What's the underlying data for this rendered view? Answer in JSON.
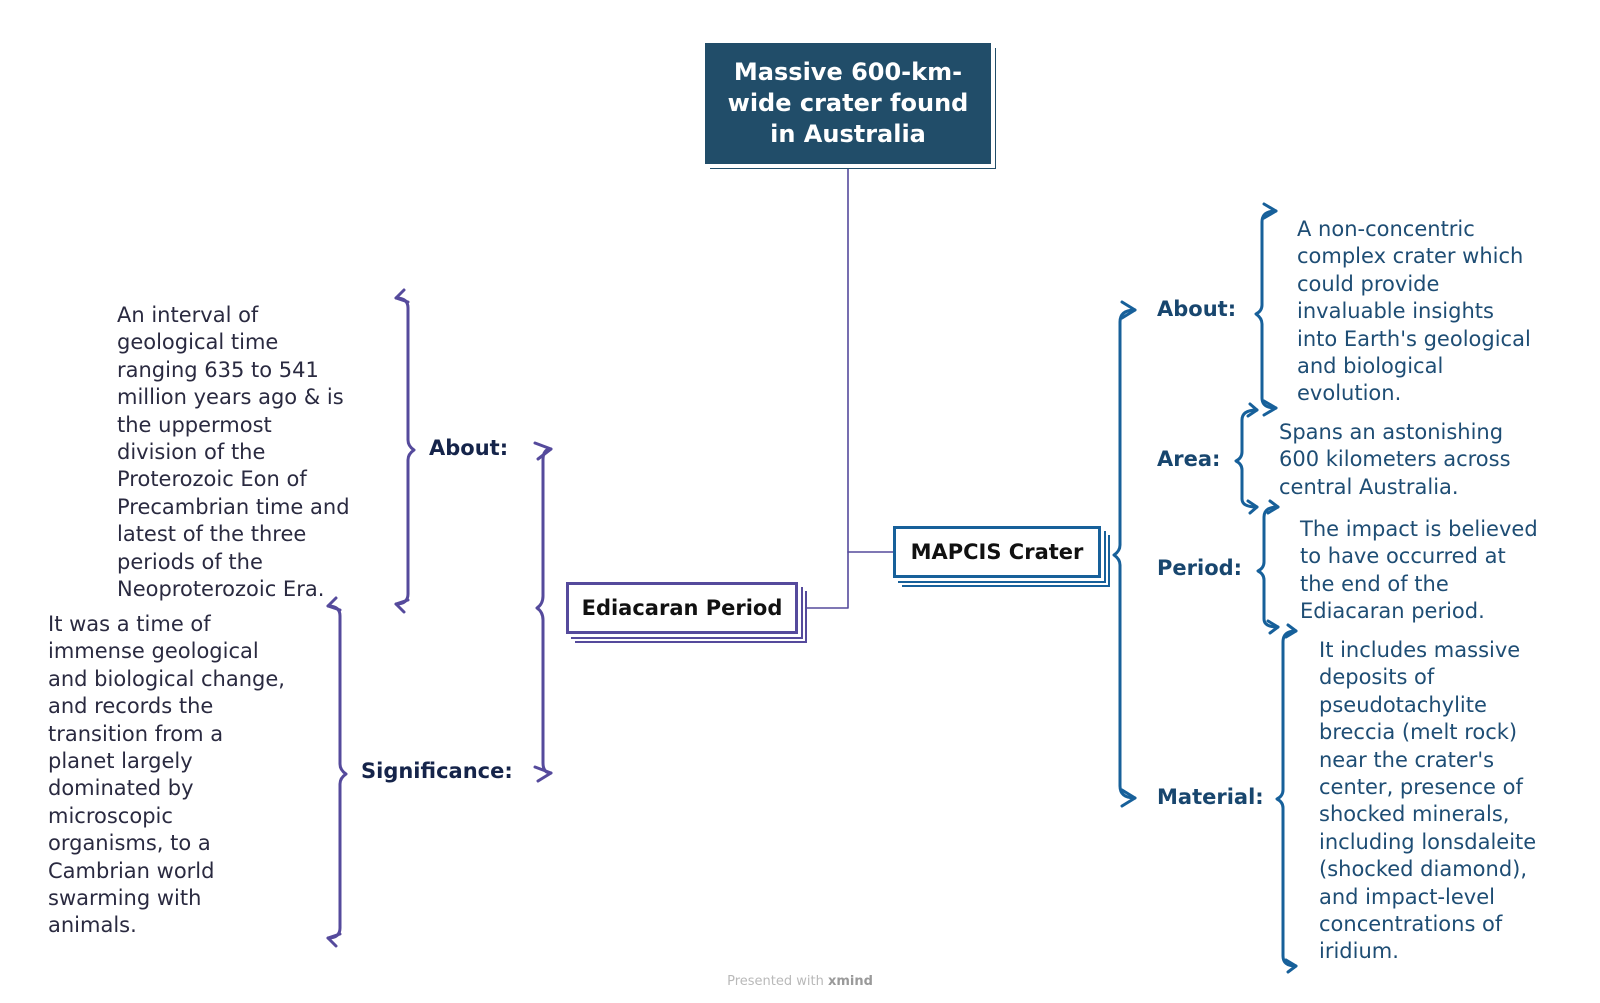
{
  "central": {
    "title": "Massive 600-km-wide crater found in Australia"
  },
  "left_topic": {
    "label": "Ediacaran Period",
    "about_label": "About:",
    "about_text": [
      "An interval of",
      "geological time",
      "ranging 635 to 541",
      "million years ago & is",
      "the uppermost",
      "division of the",
      "Proterozoic Eon of",
      "Precambrian time and",
      "latest of the three",
      "periods of the",
      "Neoproterozoic Era."
    ],
    "significance_label": "Significance:",
    "significance_text": [
      "It was a time of",
      "immense geological",
      "and biological change,",
      "and records the",
      "transition from a",
      "planet largely",
      "dominated by",
      "microscopic",
      "organisms, to a",
      "Cambrian world",
      "swarming with",
      "animals."
    ]
  },
  "right_topic": {
    "label": "MAPCIS Crater",
    "about_label": "About:",
    "about_text": [
      "A non-concentric",
      "complex crater which",
      "could provide",
      "invaluable insights",
      "into Earth's geological",
      "and biological",
      "evolution."
    ],
    "area_label": "Area:",
    "area_text": [
      "Spans an astonishing",
      "600 kilometers across",
      "central Australia."
    ],
    "period_label": "Period:",
    "period_text": [
      "The impact is believed",
      "to have occurred at",
      "the end of the",
      "Ediacaran period."
    ],
    "material_label": "Material:",
    "material_text": [
      "It includes massive",
      "deposits of",
      "pseudotachylite",
      "breccia (melt rock)",
      "near the crater's",
      "center, presence of",
      "shocked minerals,",
      "including lonsdaleite",
      "(shocked diamond),",
      "and impact-level",
      "concentrations of",
      "iridium."
    ]
  },
  "footer": {
    "prefix": "Presented with",
    "brand": "xmind"
  },
  "colors": {
    "central": "#214d69",
    "left_branch": "#554a9c",
    "right_branch": "#17609a"
  }
}
